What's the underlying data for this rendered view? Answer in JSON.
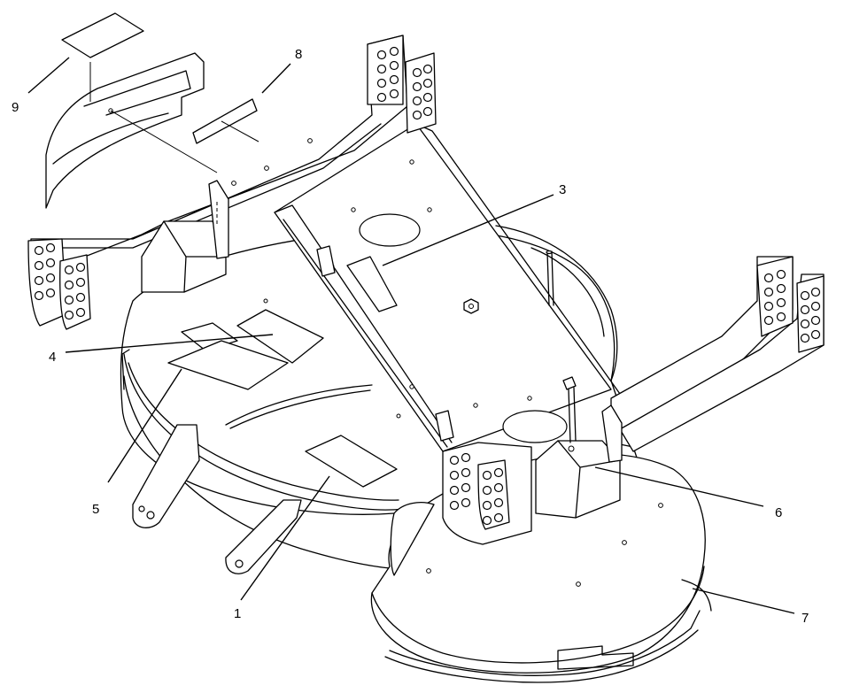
{
  "callouts": [
    {
      "id": "callout-1",
      "label": "1"
    },
    {
      "id": "callout-3",
      "label": "3"
    },
    {
      "id": "callout-4",
      "label": "4"
    },
    {
      "id": "callout-5",
      "label": "5"
    },
    {
      "id": "callout-6",
      "label": "6"
    },
    {
      "id": "callout-7",
      "label": "7"
    },
    {
      "id": "callout-8",
      "label": "8"
    },
    {
      "id": "callout-9",
      "label": "9"
    }
  ]
}
